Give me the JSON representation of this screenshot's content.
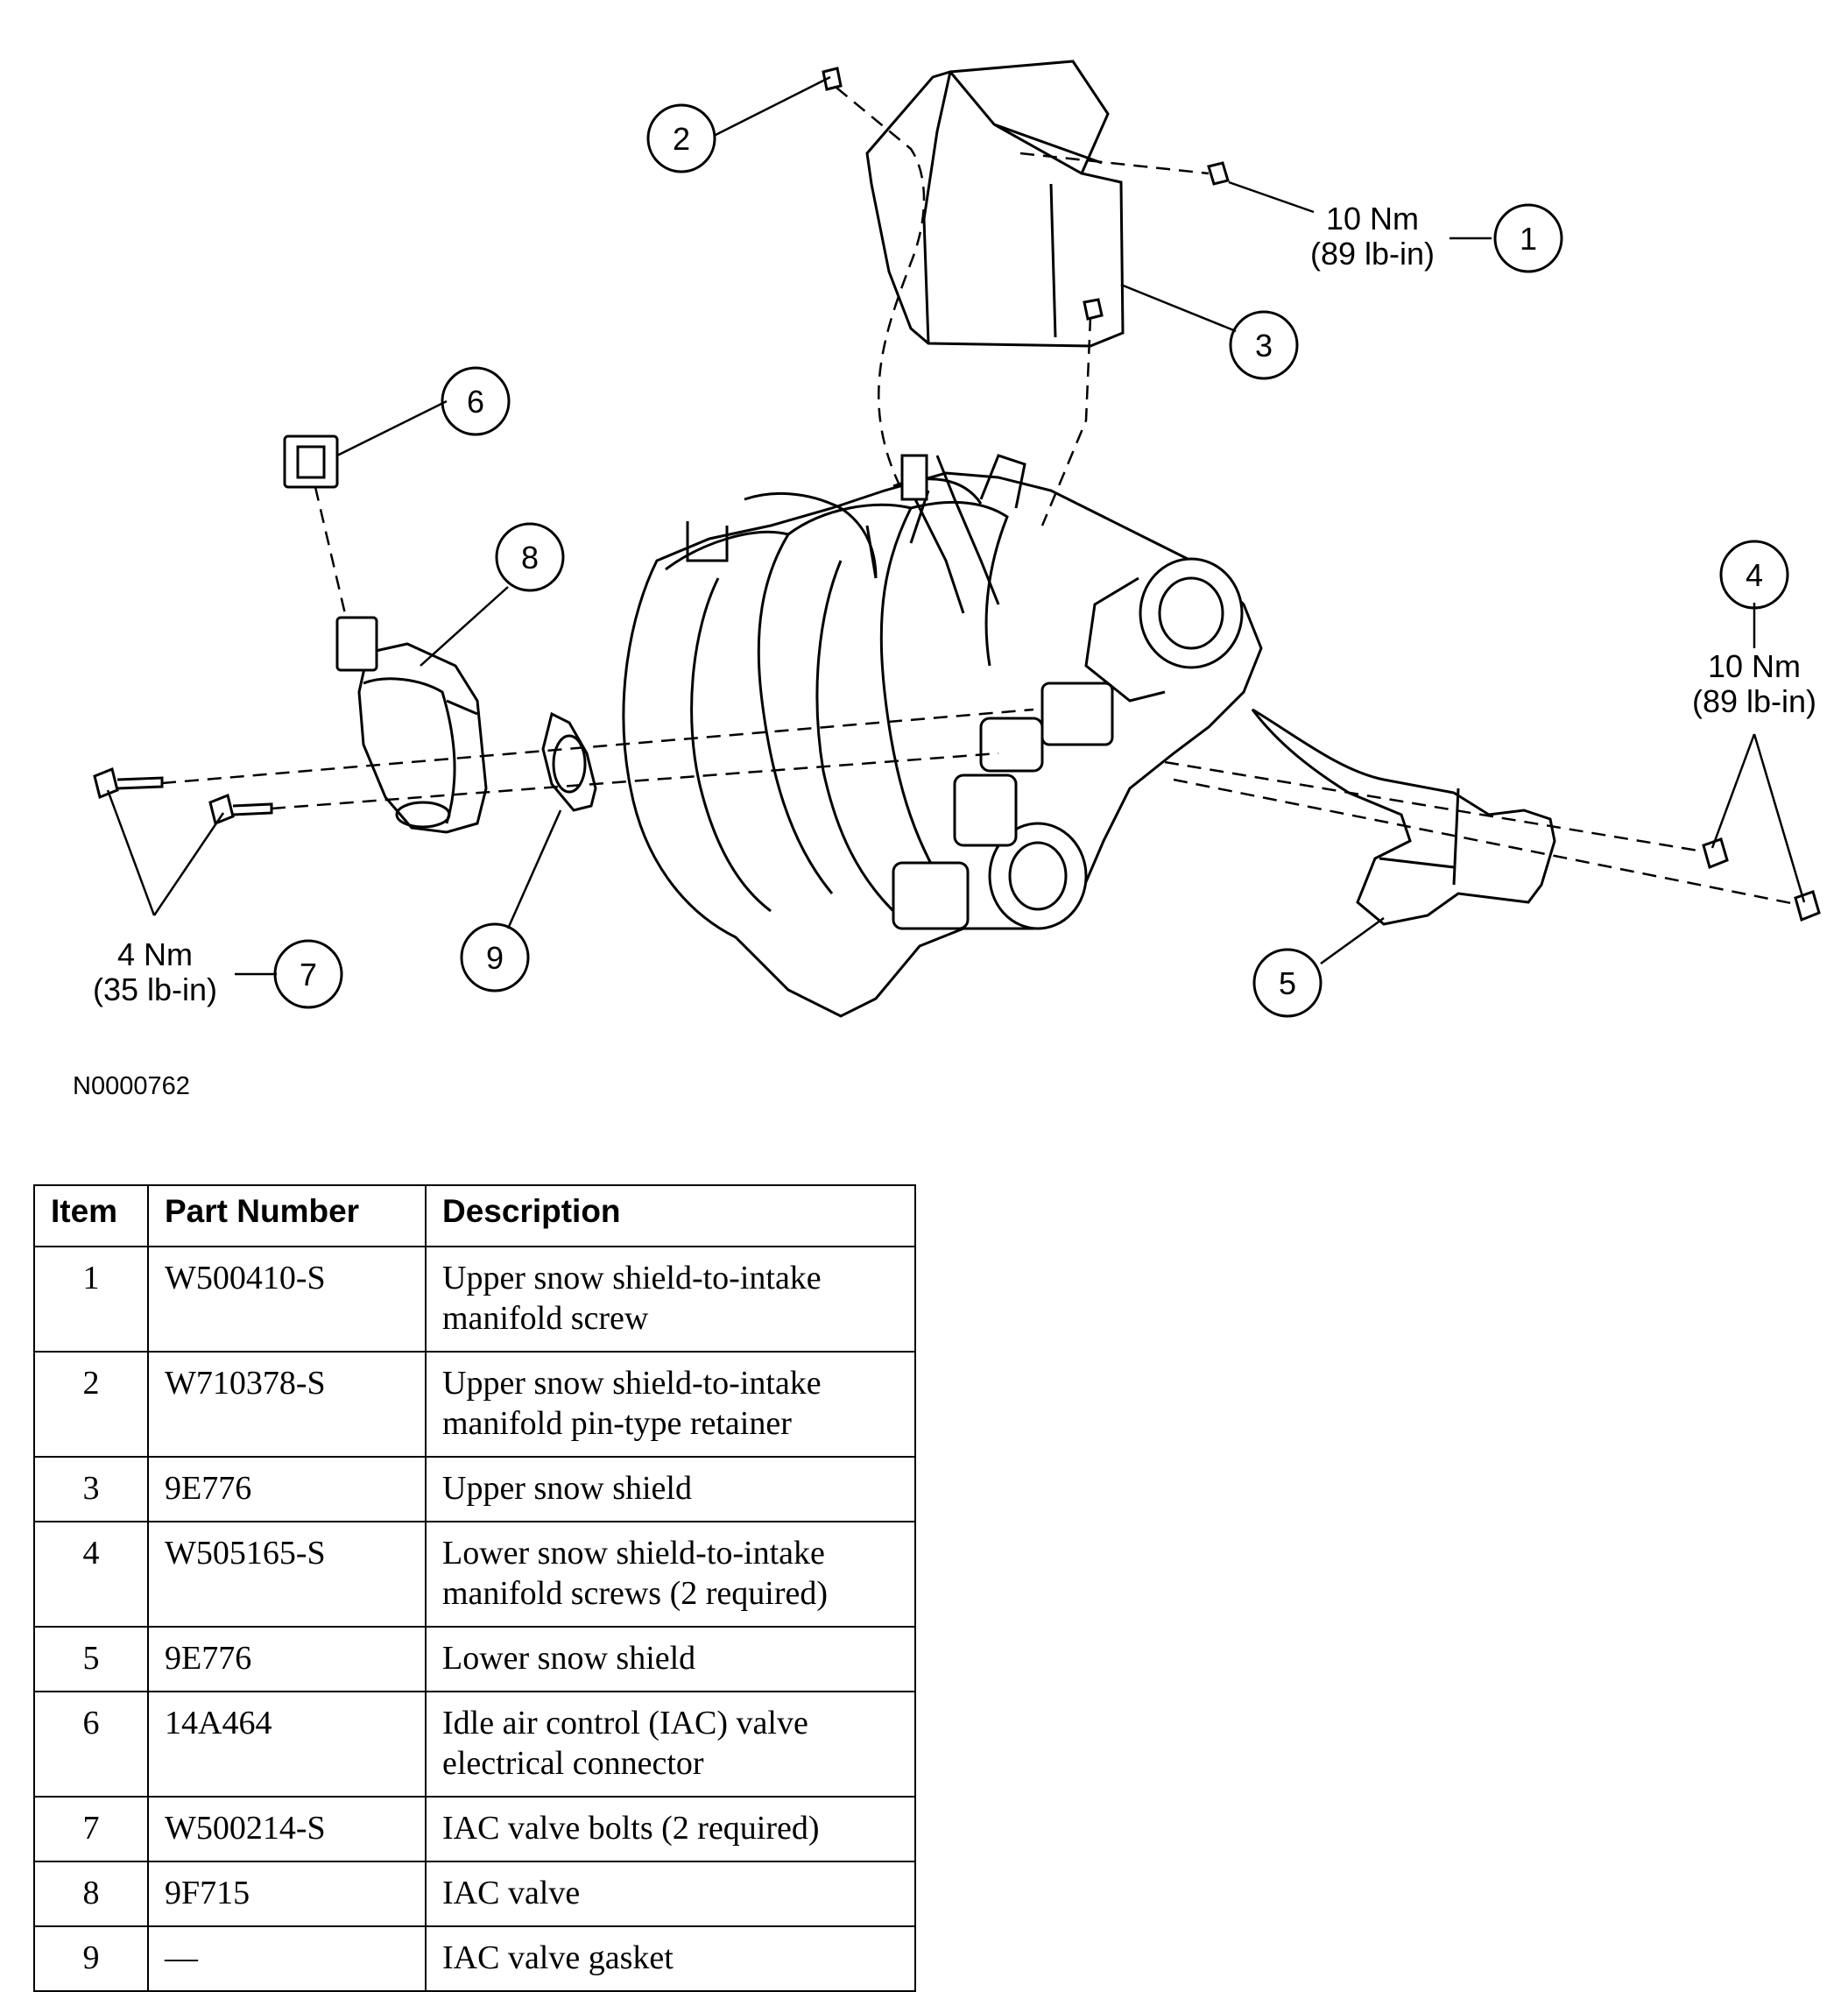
{
  "figure": {
    "id": "N0000762",
    "callouts": [
      "1",
      "2",
      "3",
      "4",
      "5",
      "6",
      "7",
      "8",
      "9"
    ],
    "torque": {
      "t1_line1": "10 Nm",
      "t1_line2": "(89 lb-in)",
      "t4_line1": "10 Nm",
      "t4_line2": "(89 lb-in)",
      "t7_line1": "4 Nm",
      "t7_line2": "(35 lb-in)"
    }
  },
  "table": {
    "headers": [
      "Item",
      "Part Number",
      "Description"
    ],
    "rows": [
      {
        "item": "1",
        "part": "W500410-S",
        "desc": "Upper snow shield-to-intake manifold screw"
      },
      {
        "item": "2",
        "part": "W710378-S",
        "desc": "Upper snow shield-to-intake manifold pin-type retainer"
      },
      {
        "item": "3",
        "part": "9E776",
        "desc": "Upper snow shield"
      },
      {
        "item": "4",
        "part": "W505165-S",
        "desc": "Lower snow shield-to-intake manifold screws (2 required)"
      },
      {
        "item": "5",
        "part": "9E776",
        "desc": "Lower snow shield"
      },
      {
        "item": "6",
        "part": "14A464",
        "desc": "Idle air control (IAC) valve electrical connector"
      },
      {
        "item": "7",
        "part": "W500214-S",
        "desc": "IAC valve bolts (2 required)"
      },
      {
        "item": "8",
        "part": "9F715",
        "desc": "IAC valve"
      },
      {
        "item": "9",
        "part": "—",
        "desc": "IAC valve gasket"
      }
    ]
  }
}
